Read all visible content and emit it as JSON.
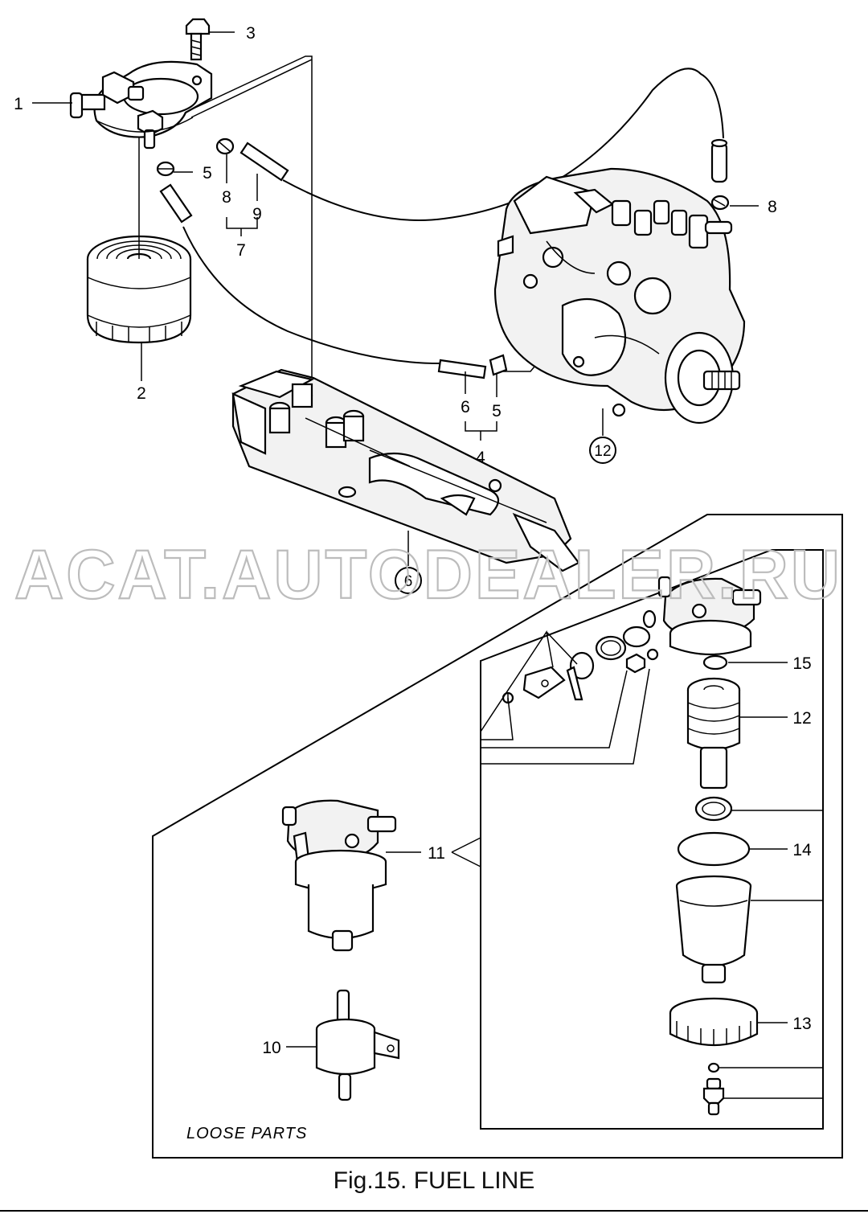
{
  "caption": "Fig.15.  FUEL LINE",
  "loose_parts_label": "LOOSE PARTS",
  "watermark": "ACAT.AUTODEALER.RU",
  "callouts": {
    "c1": "1",
    "c2": "2",
    "c3": "3",
    "c4": "4",
    "c5a": "5",
    "c5b": "5",
    "c6": "6",
    "c7": "7",
    "c8a": "8",
    "c8b": "8",
    "c9": "9",
    "c12a": "12",
    "c6circ": "6",
    "c10": "10",
    "c11": "11",
    "c12b": "12",
    "c13": "13",
    "c14": "14",
    "c15": "15"
  },
  "colors": {
    "line": "#000000",
    "watermark": "#bcbcbc",
    "background": "#ffffff"
  }
}
